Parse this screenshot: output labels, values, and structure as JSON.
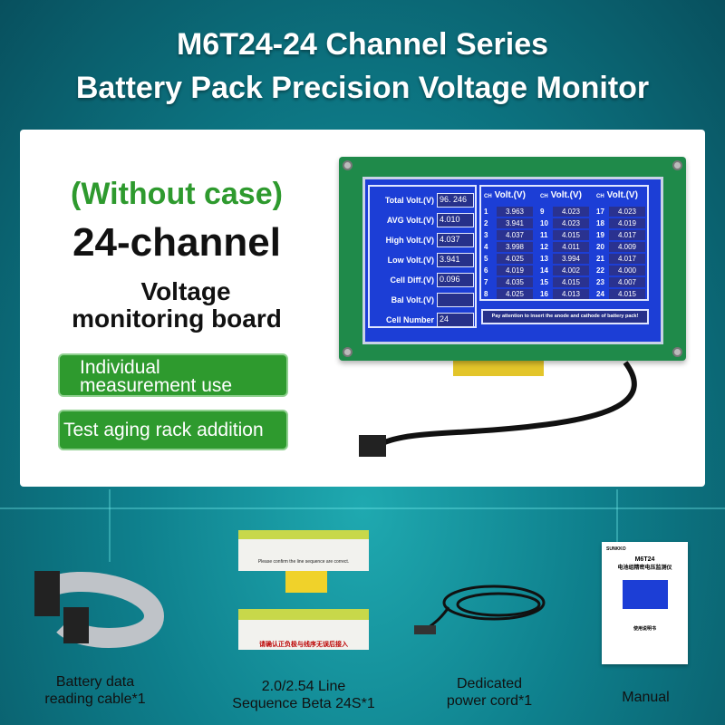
{
  "title": {
    "line1": "M6T24-24 Channel Series",
    "line2": "Battery Pack Precision Voltage Monitor"
  },
  "left": {
    "without_case": "(Without case)",
    "channels": "24-channel",
    "desc1": "Voltage",
    "desc2": "monitoring board",
    "badges": [
      {
        "line1": "Individual",
        "line2": "measurement use"
      },
      {
        "line1": "Test aging rack addition",
        "line2": ""
      }
    ]
  },
  "lcd": {
    "summary": [
      {
        "label": "Total Volt.(V)",
        "value": "96. 246"
      },
      {
        "label": "AVG Volt.(V)",
        "value": "4.010"
      },
      {
        "label": "High Volt.(V)",
        "value": "4.037"
      },
      {
        "label": "Low Volt.(V)",
        "value": "3.941"
      },
      {
        "label": "Cell Diff.(V)",
        "value": "0.096"
      },
      {
        "label": "Bal Volt.(V)",
        "value": ""
      },
      {
        "label": "Cell Number",
        "value": "24"
      }
    ],
    "ch_label": "CH",
    "volt_label": "Volt.(V)",
    "cells": [
      {
        "ch": "1",
        "v": "3.963"
      },
      {
        "ch": "2",
        "v": "3.941"
      },
      {
        "ch": "3",
        "v": "4.037"
      },
      {
        "ch": "4",
        "v": "3.998"
      },
      {
        "ch": "5",
        "v": "4.025"
      },
      {
        "ch": "6",
        "v": "4.019"
      },
      {
        "ch": "7",
        "v": "4.035"
      },
      {
        "ch": "8",
        "v": "4.025"
      },
      {
        "ch": "9",
        "v": "4.023"
      },
      {
        "ch": "10",
        "v": "4.023"
      },
      {
        "ch": "11",
        "v": "4.015"
      },
      {
        "ch": "12",
        "v": "4.011"
      },
      {
        "ch": "13",
        "v": "3.994"
      },
      {
        "ch": "14",
        "v": "4.002"
      },
      {
        "ch": "15",
        "v": "4.015"
      },
      {
        "ch": "16",
        "v": "4.013"
      },
      {
        "ch": "17",
        "v": "4.023"
      },
      {
        "ch": "18",
        "v": "4.019"
      },
      {
        "ch": "19",
        "v": "4.017"
      },
      {
        "ch": "20",
        "v": "4.009"
      },
      {
        "ch": "21",
        "v": "4.017"
      },
      {
        "ch": "22",
        "v": "4.000"
      },
      {
        "ch": "23",
        "v": "4.007"
      },
      {
        "ch": "24",
        "v": "4.015"
      }
    ],
    "note": "Pay attention to insert the anode and cathode of battery pack!"
  },
  "accessories": [
    {
      "line1": "Battery data",
      "line2": "reading cable*1"
    },
    {
      "line1": "2.0/2.54 Line",
      "line2": "Sequence Beta 24S*1",
      "board_en": "Please confirm the line sequence are correct.",
      "board_cn": "请确认正负极与线序无误后接入"
    },
    {
      "line1": "Dedicated",
      "line2": "power cord*1"
    },
    {
      "line1": "Manual",
      "line2": "",
      "brand": "SUNKKO",
      "model": "M6T24",
      "cn_title": "电池组精密电压监测仪",
      "cn_sub": "使用说明书"
    }
  ]
}
